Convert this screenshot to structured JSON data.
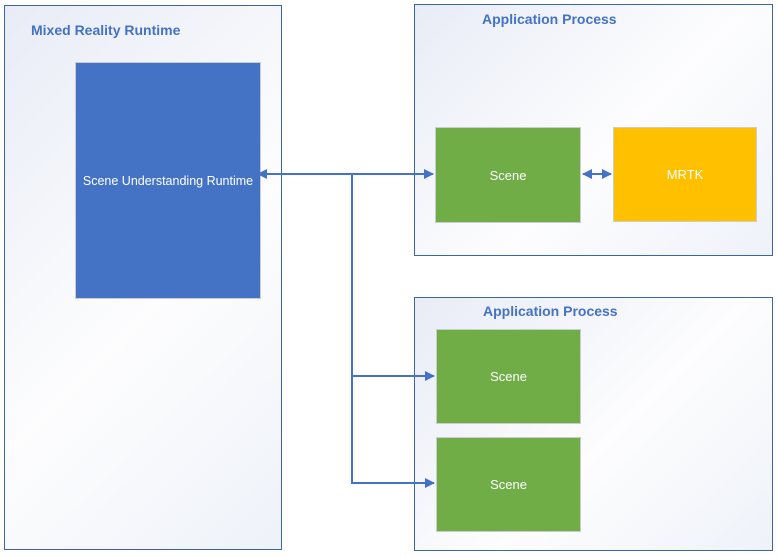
{
  "diagram": {
    "mixed_reality_runtime": {
      "title": "Mixed Reality Runtime",
      "runtime_box_label": "Scene Understanding Runtime"
    },
    "application_process_1": {
      "title": "Application Process",
      "scene_box_label": "Scene",
      "mrtk_box_label": "MRTK"
    },
    "application_process_2": {
      "title": "Application Process",
      "scene_box_top_label": "Scene",
      "scene_box_bottom_label": "Scene"
    }
  },
  "colors": {
    "box_blue": "#4472C4",
    "box_green": "#70AD47",
    "box_gold": "#FFC000",
    "connector_blue": "#4472C4",
    "container_border_blue": "#3D63AD",
    "title_text_blue": "#4472C4",
    "box_text": "#FFFFFF"
  }
}
